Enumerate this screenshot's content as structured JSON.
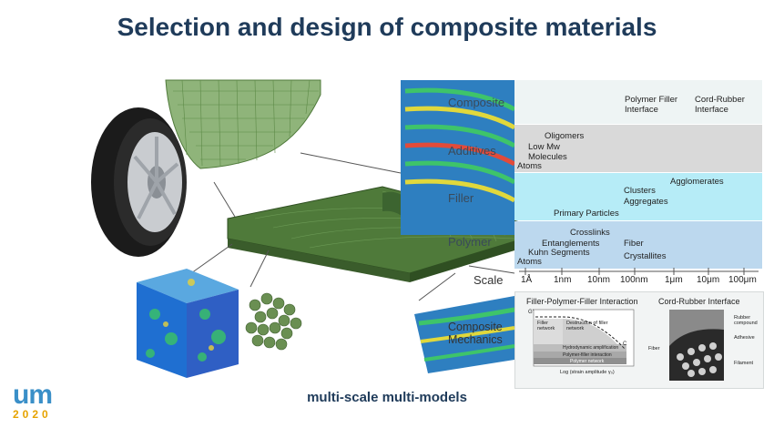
{
  "slide": {
    "title": "Selection and design of composite materials",
    "caption": "multi-scale multi-models"
  },
  "bands": [
    {
      "label": "Composite",
      "color": "#eef4f4",
      "notes": [
        "Polymer Filler\nInterface",
        "Cord-Rubber\nInterface"
      ]
    },
    {
      "label": "Additives",
      "color": "#d9d9d9",
      "notes": [
        "Oligomers",
        "Low Mw\nMolecules",
        "Atoms"
      ]
    },
    {
      "label": "Filler",
      "color": "#b6ecf7",
      "notes": [
        "Agglomerates",
        "Clusters",
        "Aggregates",
        "Primary Particles"
      ]
    },
    {
      "label": "Polymer",
      "color": "#bcd8ee",
      "notes": [
        "Crosslinks",
        "Entanglements",
        "Kuhn Segments",
        "Atoms",
        "Fiber",
        "Crystallites"
      ]
    }
  ],
  "scale": {
    "label": "Scale",
    "ticks": [
      "1Å",
      "1nm",
      "10nm",
      "100nm",
      "1μm",
      "10μm",
      "100μm"
    ]
  },
  "mechanics_label": "Composite\nMechanics",
  "insets": {
    "left_title": "Filler-Polymer-Filler Interaction",
    "right_title": "Cord-Rubber Interface",
    "left_graph": {
      "filler_network": "Filler\nnetwork",
      "destruction": "Destruction of filler\nnetwork",
      "hydro": "Hydrodynamic amplification",
      "pf_interaction": "Polymer-filler interaction",
      "polymer_network": "Polymer network",
      "xaxis": "Log (strain amplitude γ₀)",
      "g_label": "G'",
      "c_label": "C"
    },
    "right_image": {
      "rubber": "Rubber\ncompound",
      "adhesive": "Adhesive",
      "fiber": "Fiber",
      "filament": "Filament"
    }
  },
  "logo": {
    "letters": "um",
    "year": "2020"
  },
  "colors": {
    "title": "#1f3b5a",
    "mesh": "#3f6b2f",
    "logo_blue": "#3a8fc8",
    "logo_year": "#e6a300"
  }
}
